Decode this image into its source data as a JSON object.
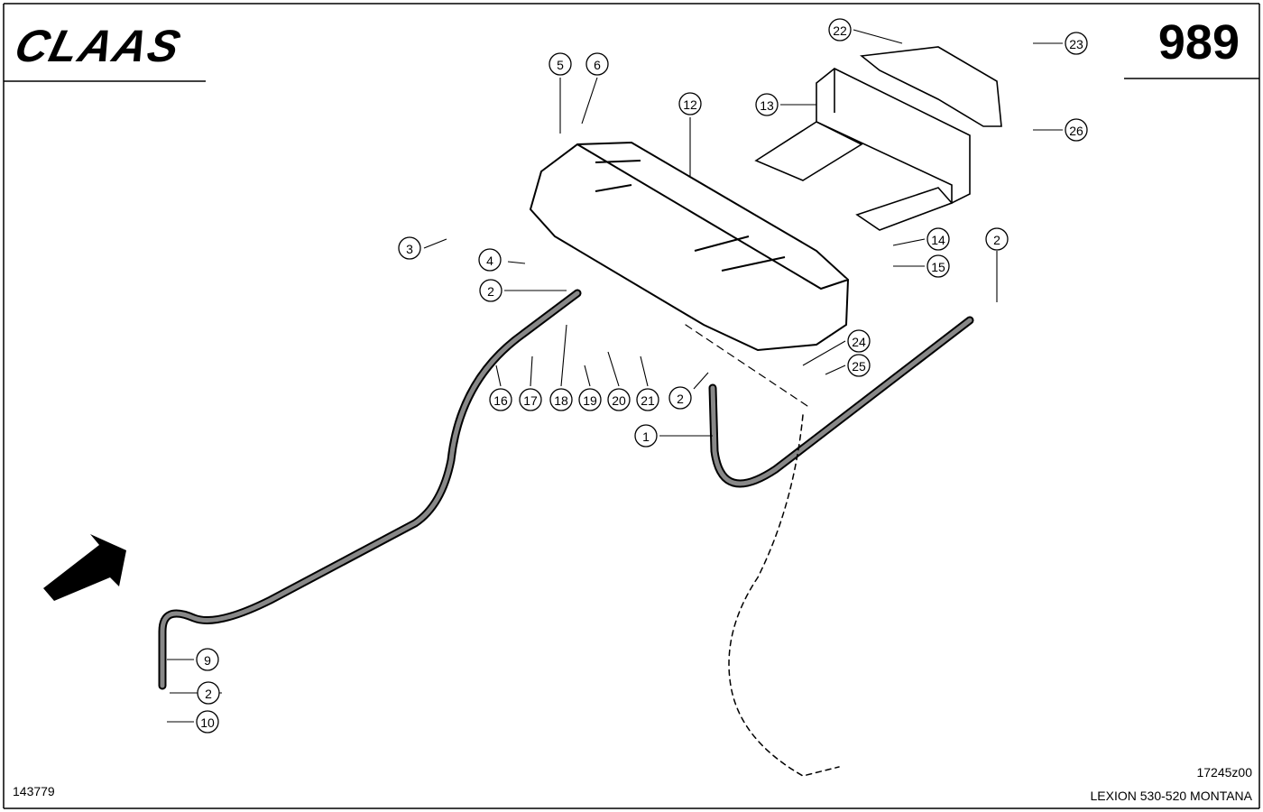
{
  "header": {
    "brand": "CLAAS",
    "page_number": "989"
  },
  "footer": {
    "doc_id": "143779",
    "drawing_id": "17245z00",
    "model": "LEXION 530-520 MONTANA"
  },
  "callouts": [
    {
      "label": "1"
    },
    {
      "label": "2"
    },
    {
      "label": "2"
    },
    {
      "label": "2"
    },
    {
      "label": "2"
    },
    {
      "label": "3"
    },
    {
      "label": "4"
    },
    {
      "label": "5"
    },
    {
      "label": "6"
    },
    {
      "label": "9"
    },
    {
      "label": "10"
    },
    {
      "label": "12"
    },
    {
      "label": "13"
    },
    {
      "label": "14"
    },
    {
      "label": "15"
    },
    {
      "label": "16"
    },
    {
      "label": "17"
    },
    {
      "label": "18"
    },
    {
      "label": "19"
    },
    {
      "label": "20"
    },
    {
      "label": "21"
    },
    {
      "label": "22"
    },
    {
      "label": "23"
    },
    {
      "label": "24"
    },
    {
      "label": "25"
    },
    {
      "label": "26"
    }
  ]
}
